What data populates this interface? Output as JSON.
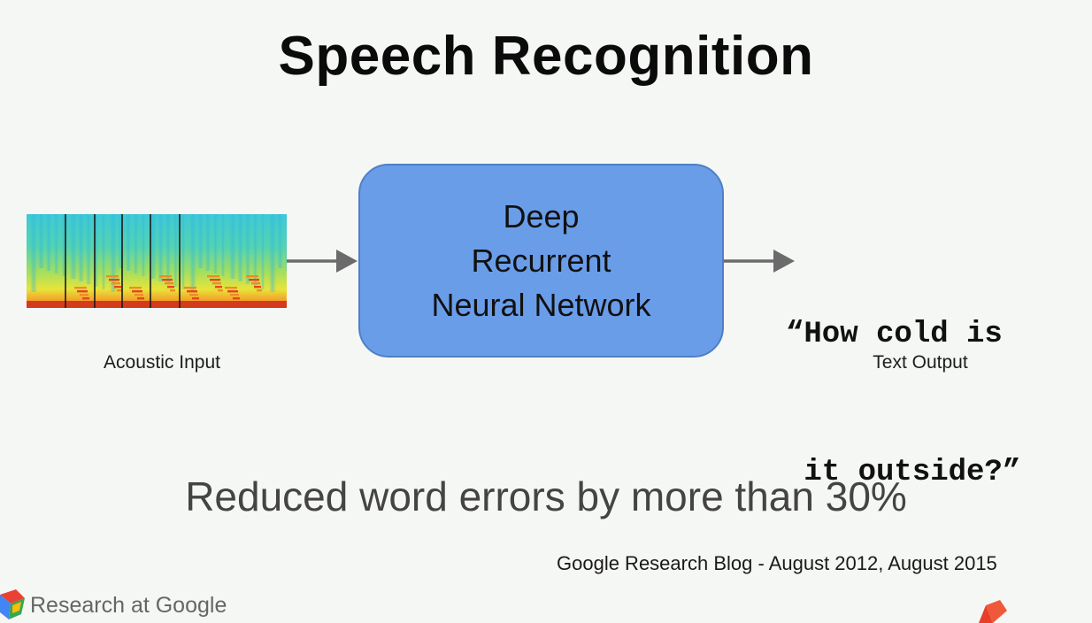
{
  "slide": {
    "title": "Speech Recognition",
    "input_caption": "Acoustic Input",
    "model_label_lines": [
      "Deep",
      "Recurrent",
      "Neural Network"
    ],
    "output_text_lines": [
      "“How cold is",
      " it outside?”"
    ],
    "output_caption": "Text Output",
    "result_statement": "Reduced word errors by more than 30%",
    "source": "Google Research Blog - August 2012, August 2015",
    "branding": "Research at Google"
  },
  "colors": {
    "background": "#f5f7f4",
    "model_box_fill": "#6a9de8",
    "model_box_border": "#4f7fc6",
    "arrow": "#6b6b6b",
    "result_text": "#444444"
  },
  "icons": {
    "input_visual": "spectrogram-image",
    "arrows": "right-arrow-icon",
    "brand": "google-research-logo-icon",
    "corner": "corner-logo-icon"
  }
}
